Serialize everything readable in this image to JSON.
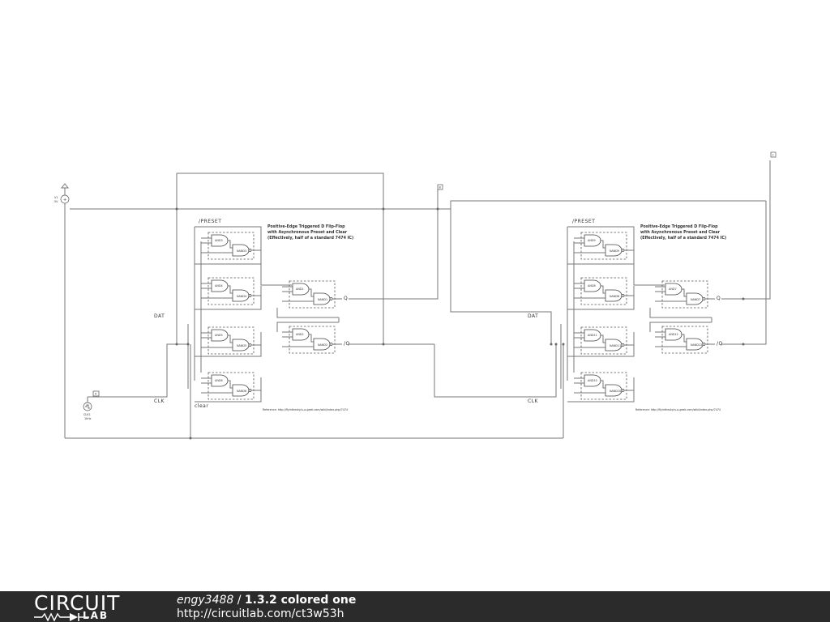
{
  "schematic": {
    "annotation": [
      "Positive-Edge Triggered D Flip-Flop",
      "with Asynchronous Preset and Clear",
      "(Effectively, half of a standard 7474 IC)"
    ],
    "reference": "Reference: http://flyinthesky.is-a-geek.com/wiki/index.php/7474",
    "vsource_label": [
      "V1",
      "5V"
    ],
    "clk_source_label": [
      "CLK1",
      "1kHz"
    ],
    "ff1": {
      "preset_label": "/PRESET",
      "dat_label": "DAT",
      "clk_label": "CLK",
      "clear_label": "clear",
      "q_label": "Q",
      "qbar_label": "/Q",
      "gates": [
        {
          "and": "AND3",
          "nand": "NAND3"
        },
        {
          "and": "AND4",
          "nand": "NAND4"
        },
        {
          "and": "AND5",
          "nand": "NAND5"
        },
        {
          "and": "AND6",
          "nand": "NAND6"
        },
        {
          "and": "AND1",
          "nand": "NAND1"
        },
        {
          "and": "AND2",
          "nand": "NAND2"
        }
      ]
    },
    "ff2": {
      "preset_label": "/PRESET",
      "dat_label": "DAT",
      "clk_label": "CLK",
      "q_label": "Q",
      "qbar_label": "/Q",
      "gates": [
        {
          "and": "AND9",
          "nand": "NAND9"
        },
        {
          "and": "AND8",
          "nand": "NAND8"
        },
        {
          "and": "AND11",
          "nand": "NAND11"
        },
        {
          "and": "AND10",
          "nand": "NAND10"
        },
        {
          "and": "AND7",
          "nand": "NAND7"
        },
        {
          "and": "AND12",
          "nand": "NAND12"
        }
      ]
    },
    "probes": [
      "A",
      "B",
      "C"
    ]
  },
  "footer": {
    "logo_top": "CIRCUIT",
    "logo_bottom": "LAB",
    "username": "engy3488",
    "separator": " / ",
    "circuit_title": "1.3.2 colored one",
    "url": "http://circuitlab.com/ct3w53h"
  },
  "colors": {
    "footer_bg": "#2b2b2b",
    "wire": "#777777"
  }
}
